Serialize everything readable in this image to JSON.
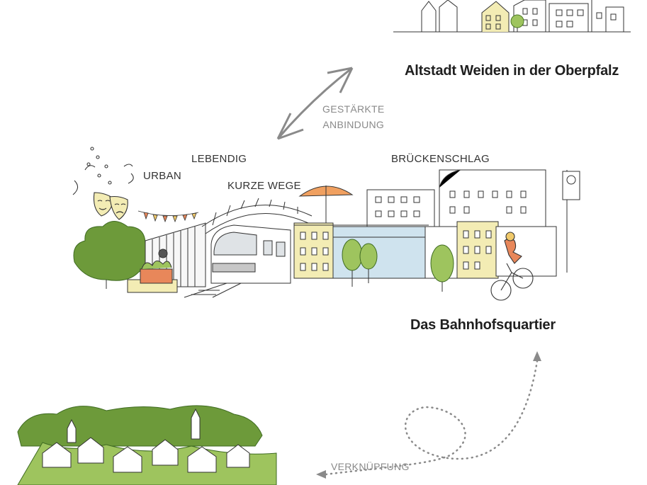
{
  "top_location": {
    "title": "Altstadt Weiden in der Oberpfalz"
  },
  "connection": {
    "line1": "GESTÄRKTE",
    "line2": "ANBINDUNG"
  },
  "keywords": {
    "urban": "URBAN",
    "lebendig": "LEBENDIG",
    "kurze_wege": "KURZE WEGE",
    "brueckenschlag": "BRÜCKENSCHLAG"
  },
  "center_location": {
    "title": "Das Bahnhofsquartier"
  },
  "bottom_link": {
    "label": "VERKNÜPFUNG"
  },
  "colors": {
    "green": "#6d9a3a",
    "light_green": "#9ec45e",
    "yellow_building": "#f3ecb4",
    "blue_building": "#cfe3ee",
    "orange": "#e8875a",
    "grey_arrow": "#8a8a8a"
  },
  "icons": [
    "theater-masks-icon",
    "bicycle-icon",
    "bus-stop-sign-icon",
    "parasol-icon",
    "train-icon"
  ]
}
